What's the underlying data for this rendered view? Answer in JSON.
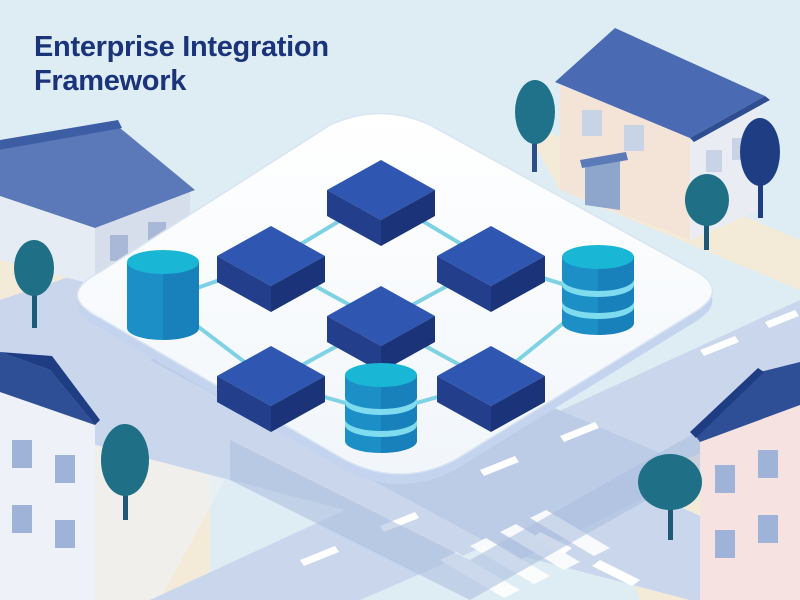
{
  "title": {
    "line1": "Enterprise Integration",
    "line2": "Framework"
  },
  "colors": {
    "background": "#dfeef4",
    "road": "#c9d6ec",
    "node_block": "#2f56b0",
    "database": "#1ab6d6",
    "connector": "#7fd2e4",
    "platform": "#ffffff",
    "title_text": "#1b3479"
  },
  "diagram": {
    "blocks": [
      {
        "id": "block-top"
      },
      {
        "id": "block-left"
      },
      {
        "id": "block-right"
      },
      {
        "id": "block-center"
      },
      {
        "id": "block-bottom-left"
      },
      {
        "id": "block-bottom-right"
      }
    ],
    "databases": [
      {
        "id": "database-left"
      },
      {
        "id": "database-right"
      },
      {
        "id": "database-bottom"
      }
    ],
    "links": [
      [
        "block-top",
        "block-left"
      ],
      [
        "block-top",
        "block-right"
      ],
      [
        "block-left",
        "block-center"
      ],
      [
        "block-right",
        "block-center"
      ],
      [
        "block-center",
        "block-bottom-left"
      ],
      [
        "block-center",
        "block-bottom-right"
      ],
      [
        "database-left",
        "block-left"
      ],
      [
        "database-left",
        "block-bottom-left"
      ],
      [
        "database-right",
        "block-right"
      ],
      [
        "database-right",
        "block-bottom-right"
      ],
      [
        "database-bottom",
        "block-bottom-left"
      ],
      [
        "database-bottom",
        "block-bottom-right"
      ]
    ]
  },
  "scenery": {
    "houses": [
      "house-top-right",
      "house-left",
      "house-bottom-left",
      "house-bottom-right"
    ],
    "trees": [
      "tree-1",
      "tree-2",
      "tree-3",
      "tree-4",
      "tree-5",
      "tree-6"
    ]
  }
}
